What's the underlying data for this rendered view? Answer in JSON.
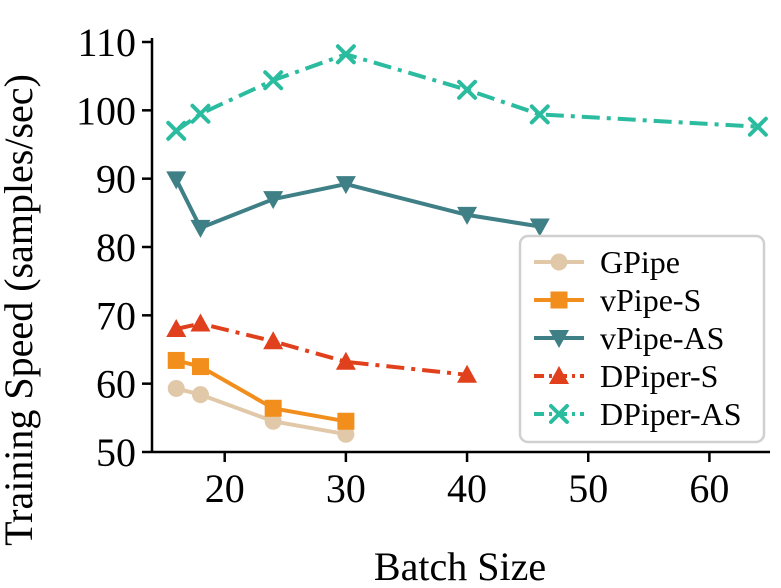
{
  "chart_data": {
    "type": "line",
    "title": "",
    "xlabel": "Batch Size",
    "ylabel": "Training Speed (samples/sec)",
    "xlim": [
      14,
      65
    ],
    "ylim": [
      50,
      110
    ],
    "xticks": [
      20,
      30,
      40,
      50,
      60
    ],
    "yticks": [
      50,
      60,
      70,
      80,
      90,
      100,
      110
    ],
    "grid": false,
    "legend_position": "lower-right",
    "series": [
      {
        "name": "GPipe",
        "color": "#e0c8a8",
        "marker": "circle",
        "line_style": "solid",
        "points": [
          [
            16,
            59.3
          ],
          [
            18,
            58.4
          ],
          [
            24,
            54.5
          ],
          [
            30,
            52.6
          ]
        ]
      },
      {
        "name": "vPipe-S",
        "color": "#f28e1c",
        "marker": "square",
        "line_style": "solid",
        "points": [
          [
            16,
            63.4
          ],
          [
            18,
            62.5
          ],
          [
            24,
            56.4
          ],
          [
            30,
            54.5
          ]
        ]
      },
      {
        "name": "vPipe-AS",
        "color": "#3f7f86",
        "marker": "triangle-down",
        "line_style": "solid",
        "points": [
          [
            16,
            89.9
          ],
          [
            18,
            82.8
          ],
          [
            24,
            87.0
          ],
          [
            30,
            89.2
          ],
          [
            40,
            84.7
          ],
          [
            46,
            83.0
          ]
        ]
      },
      {
        "name": "DPiper-S",
        "color": "#e0411c",
        "marker": "triangle-up",
        "line_style": "dashdot",
        "points": [
          [
            16,
            68.0
          ],
          [
            18,
            68.8
          ],
          [
            24,
            66.2
          ],
          [
            30,
            63.2
          ],
          [
            40,
            61.3
          ]
        ]
      },
      {
        "name": "DPiper-AS",
        "color": "#2bbca0",
        "marker": "x",
        "line_style": "dashdot",
        "points": [
          [
            16,
            97.0
          ],
          [
            18,
            99.5
          ],
          [
            24,
            104.4
          ],
          [
            30,
            108.2
          ],
          [
            40,
            103.0
          ],
          [
            46,
            99.4
          ],
          [
            64,
            97.6
          ]
        ]
      }
    ]
  }
}
